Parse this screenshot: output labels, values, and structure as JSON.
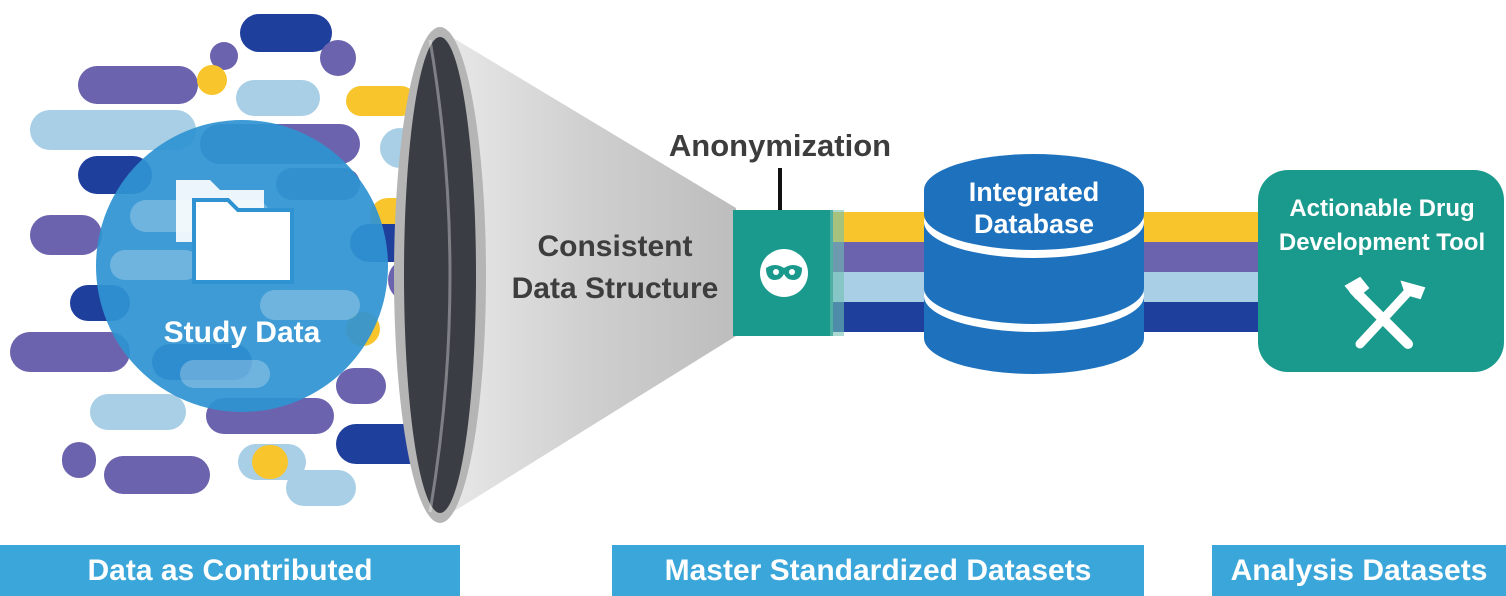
{
  "labels": {
    "study_data": "Study Data",
    "consistent_line1": "Consistent",
    "consistent_line2": "Data Structure",
    "anonymization": "Anonymization",
    "integrated_line1": "Integrated",
    "integrated_line2": "Database",
    "actionable_line1": "Actionable Drug",
    "actionable_line2": "Development Tool"
  },
  "banners": {
    "contributed": "Data as Contributed",
    "master": "Master Standardized Datasets",
    "analysis": "Analysis Datasets"
  },
  "colors": {
    "navy": "#1f3f9c",
    "purple": "#6b63ad",
    "light_blue": "#a9cfe6",
    "yellow": "#f8c52c",
    "circle": "#2f93d2",
    "teal": "#1a9a8c",
    "db_blue": "#1e72bd",
    "banner": "#3aa6d9",
    "funnel_gray": "#cfcfcf"
  },
  "icons": [
    "folder-icon",
    "mask-icon",
    "database-icon",
    "tools-icon"
  ]
}
